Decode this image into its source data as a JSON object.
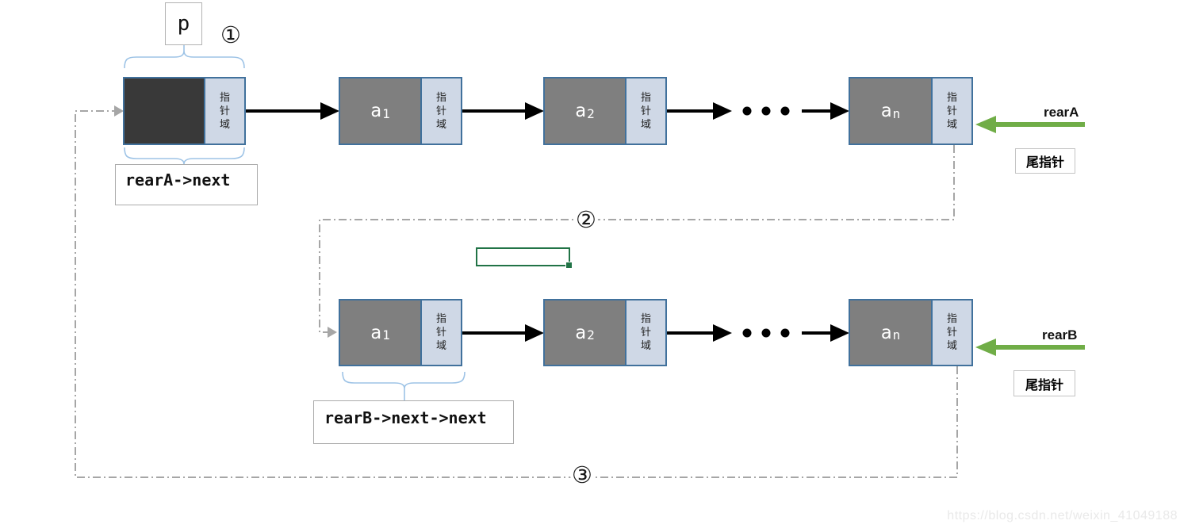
{
  "labels": {
    "p": "p",
    "step_1": "①",
    "step_2": "②",
    "step_3": "③",
    "pointer_field": "指针域",
    "rear_a": "rearA",
    "rear_b": "rearB",
    "tail_pointer_a": "尾指针",
    "tail_pointer_b": "尾指针",
    "rear_a_next": "rearA->next",
    "rear_b_next_next": "rearB->next->next"
  },
  "nodes": {
    "head": {
      "label_main": "",
      "label_sub": ""
    },
    "top": [
      {
        "label_main": "a",
        "label_sub": "1"
      },
      {
        "label_main": "a",
        "label_sub": "2"
      },
      {
        "label_main": "a",
        "label_sub": "n"
      }
    ],
    "bottom": [
      {
        "label_main": "a",
        "label_sub": "1"
      },
      {
        "label_main": "a",
        "label_sub": "2"
      },
      {
        "label_main": "a",
        "label_sub": "n"
      }
    ]
  },
  "colors": {
    "node_border": "#41719c",
    "node_data_bg": "#7f7f7f",
    "head_data_bg": "#393939",
    "pointer_field_bg": "#cfd8e6",
    "green_arrow": "#70ad47",
    "brace": "#9dc3e6",
    "dash_line": "#a6a6a6",
    "excel_green": "#217346",
    "black_arrow": "#000000"
  },
  "watermark": "https://blog.csdn.net/weixin_41049188"
}
